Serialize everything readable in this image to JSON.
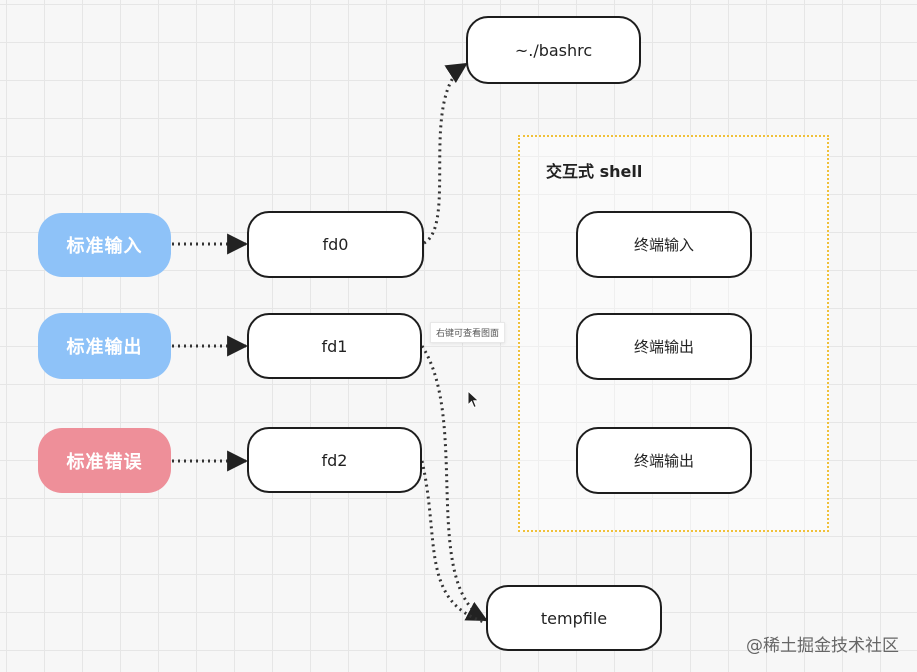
{
  "diagram": {
    "inputs": [
      {
        "label": "标准输入",
        "color": "#8ec2f8"
      },
      {
        "label": "标准输出",
        "color": "#8ec2f8"
      },
      {
        "label": "标准错误",
        "color": "#ee8f99"
      }
    ],
    "descriptors": [
      "fd0",
      "fd1",
      "fd2"
    ],
    "targets": {
      "bashrc": "~./bashrc",
      "tempfile": "tempfile"
    },
    "shell_group": {
      "title": "交互式 shell",
      "items": [
        "终端输入",
        "终端输出",
        "终端输出"
      ]
    },
    "tooltip": "右键可查看图面"
  },
  "watermark": "@稀土掘金技术社区"
}
